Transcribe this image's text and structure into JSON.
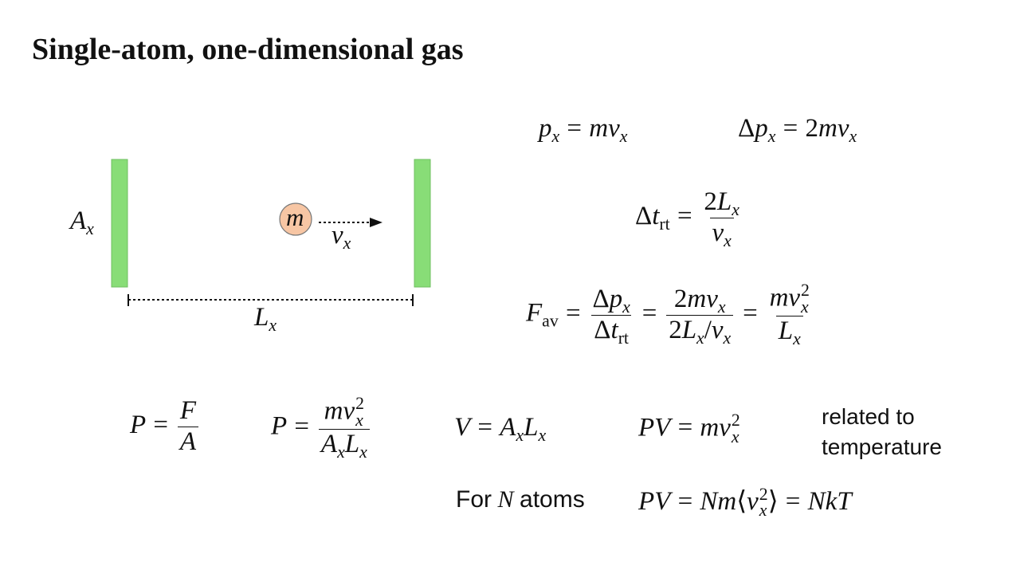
{
  "slide": {
    "title": "Single-atom, one-dimensional gas"
  },
  "diagram": {
    "area_label": "A",
    "area_sub": "x",
    "mass_label": "m",
    "velocity_label": "v",
    "velocity_sub": "x",
    "length_label": "L",
    "length_sub": "x",
    "wall_color": "#88dd77",
    "atom_color": "#f7c6a4"
  },
  "equations": {
    "momentum": "p_x = m v_x",
    "momentum_change": "Δp_x = 2m v_x",
    "round_trip_time": "Δt_rt = 2L_x / v_x",
    "average_force": "F_av = Δp_x/Δt_rt = 2mv_x/(2L_x/v_x) = mv_x²/L_x",
    "pressure_def": "P = F/A",
    "pressure": "P = mv_x²/(A_x L_x)",
    "volume": "V = A_x L_x",
    "pv": "PV = mv_x²",
    "pv_n_atoms": "PV = Nm⟨v_x²⟩ = NkT"
  },
  "notes": {
    "temperature_line1": "related to",
    "temperature_line2": "temperature",
    "for_prefix": "For",
    "for_var": "N",
    "for_suffix": "atoms"
  }
}
